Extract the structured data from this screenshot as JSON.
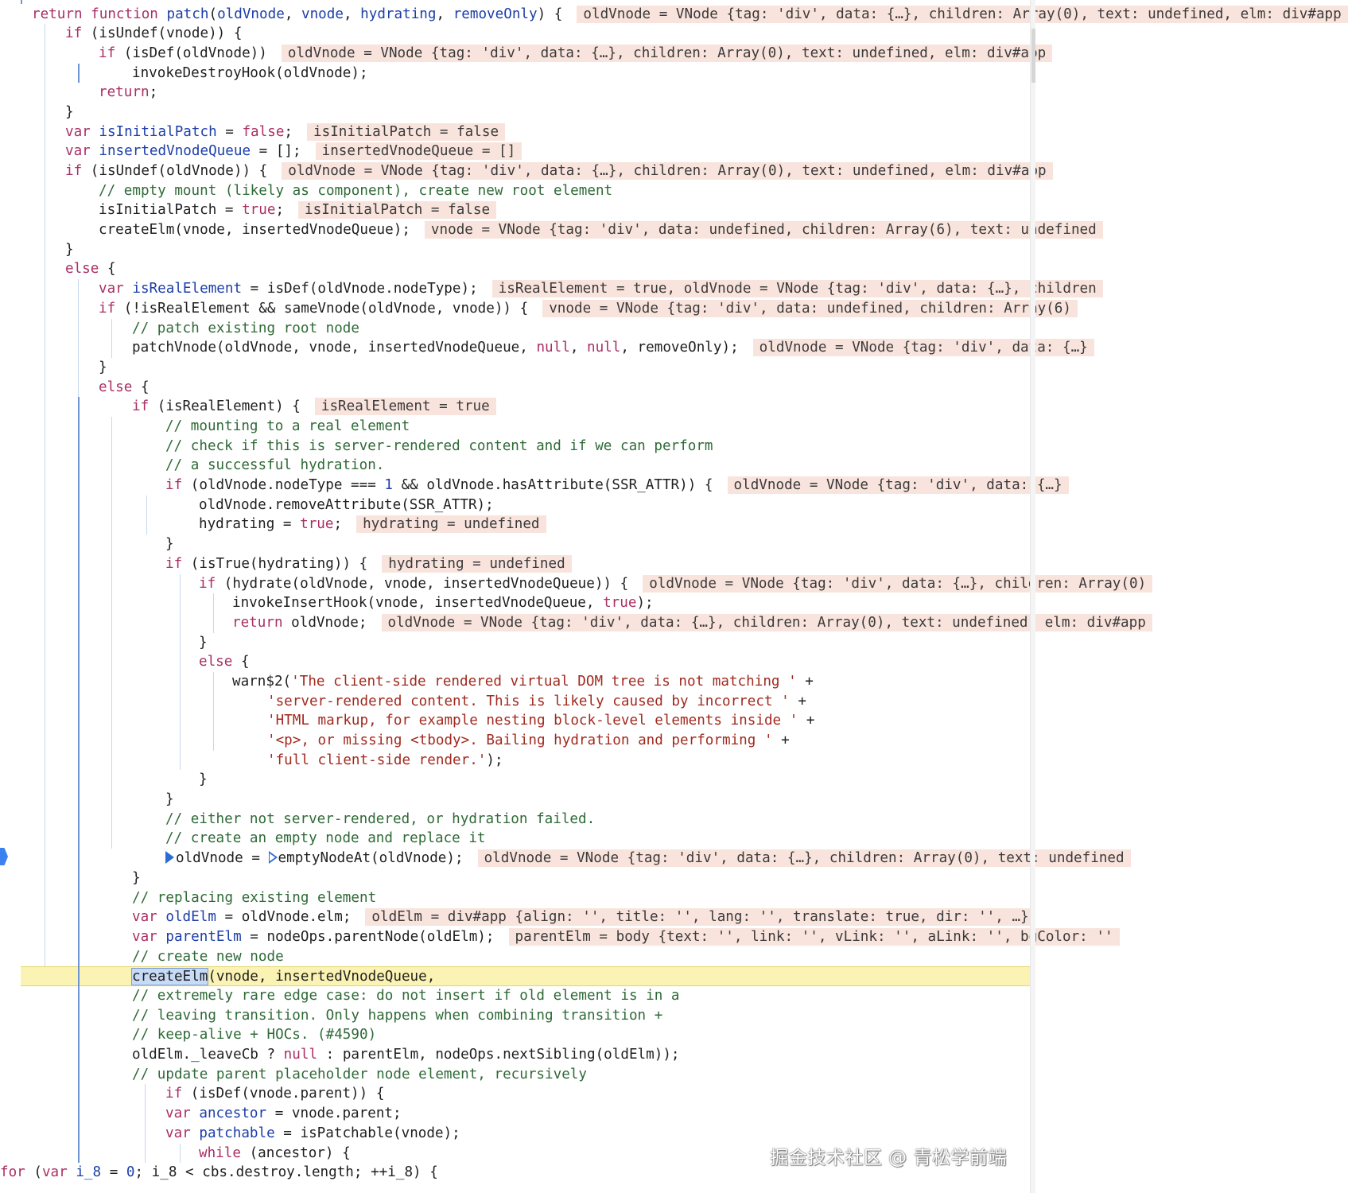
{
  "lines": [
    {
      "tokens": [
        [
          "kw",
          "return "
        ],
        [
          "kw",
          "function "
        ],
        [
          "id",
          "patch"
        ],
        [
          "",
          "("
        ],
        [
          "id",
          "oldVnode"
        ],
        [
          "",
          ", "
        ],
        [
          "id",
          "vnode"
        ],
        [
          "",
          ", "
        ],
        [
          "id",
          "hydrating"
        ],
        [
          "",
          ", "
        ],
        [
          "id",
          "removeOnly"
        ],
        [
          "",
          ") {"
        ]
      ],
      "val": "oldVnode = VNode {tag: 'div', data: {…}, children: Array(0), text: undefined, elm: div#app"
    },
    {
      "tokens": [
        [
          "kw",
          "if "
        ],
        [
          "",
          "(isUndef(vnode)) {"
        ]
      ]
    },
    {
      "tokens": [
        [
          "kw",
          "if "
        ],
        [
          "",
          "(isDef(oldVnode))"
        ]
      ],
      "val": "oldVnode = VNode {tag: 'div', data: {…}, children: Array(0), text: undefined, elm: div#app"
    },
    {
      "tokens": [
        [
          "",
          "invokeDestroyHook(oldVnode);"
        ]
      ]
    },
    {
      "tokens": [
        [
          "kw",
          "return"
        ],
        [
          "",
          ";"
        ]
      ]
    },
    {
      "tokens": [
        [
          "",
          "}"
        ]
      ]
    },
    {
      "tokens": [
        [
          "kw",
          "var "
        ],
        [
          "id",
          "isInitialPatch"
        ],
        [
          "",
          " = "
        ],
        [
          "kw",
          "false"
        ],
        [
          "",
          ";"
        ]
      ],
      "val": "isInitialPatch = false"
    },
    {
      "tokens": [
        [
          "kw",
          "var "
        ],
        [
          "id",
          "insertedVnodeQueue"
        ],
        [
          "",
          " = [];"
        ]
      ],
      "val": "insertedVnodeQueue = []"
    },
    {
      "tokens": [
        [
          "kw",
          "if "
        ],
        [
          "",
          "(isUndef(oldVnode)) {"
        ]
      ],
      "val": "oldVnode = VNode {tag: 'div', data: {…}, children: Array(0), text: undefined, elm: div#app"
    },
    {
      "tokens": [
        [
          "cm",
          "// empty mount (likely as component), create new root element"
        ]
      ]
    },
    {
      "tokens": [
        [
          "",
          "isInitialPatch = "
        ],
        [
          "kw",
          "true"
        ],
        [
          "",
          ";"
        ]
      ],
      "val": "isInitialPatch = false"
    },
    {
      "tokens": [
        [
          "",
          "createElm(vnode, insertedVnodeQueue);"
        ]
      ],
      "val": "vnode = VNode {tag: 'div', data: undefined, children: Array(6), text: undefined"
    },
    {
      "tokens": [
        [
          "",
          "}"
        ]
      ]
    },
    {
      "tokens": [
        [
          "kw",
          "else "
        ],
        [
          "",
          "{"
        ]
      ]
    },
    {
      "tokens": [
        [
          "kw",
          "var "
        ],
        [
          "id",
          "isRealElement"
        ],
        [
          "",
          " = isDef(oldVnode.nodeType);"
        ]
      ],
      "val": "isRealElement = true, oldVnode = VNode {tag: 'div', data: {…}, children"
    },
    {
      "tokens": [
        [
          "kw",
          "if "
        ],
        [
          "",
          "(!isRealElement && sameVnode(oldVnode, vnode)) {"
        ]
      ],
      "val": "vnode = VNode {tag: 'div', data: undefined, children: Array(6)"
    },
    {
      "tokens": [
        [
          "cm",
          "// patch existing root node"
        ]
      ]
    },
    {
      "tokens": [
        [
          "",
          "patchVnode(oldVnode, vnode, insertedVnodeQueue, "
        ],
        [
          "kw",
          "null"
        ],
        [
          "",
          ", "
        ],
        [
          "kw",
          "null"
        ],
        [
          "",
          ", removeOnly);"
        ]
      ],
      "val": "oldVnode = VNode {tag: 'div', data: {…}"
    },
    {
      "tokens": [
        [
          "",
          "}"
        ]
      ]
    },
    {
      "tokens": [
        [
          "kw",
          "else "
        ],
        [
          "",
          "{"
        ]
      ]
    },
    {
      "tokens": [
        [
          "kw",
          "if "
        ],
        [
          "",
          "(isRealElement) {"
        ]
      ],
      "val": "isRealElement = true"
    },
    {
      "tokens": [
        [
          "cm",
          "// mounting to a real element"
        ]
      ]
    },
    {
      "tokens": [
        [
          "cm",
          "// check if this is server-rendered content and if we can perform"
        ]
      ]
    },
    {
      "tokens": [
        [
          "cm",
          "// a successful hydration."
        ]
      ]
    },
    {
      "tokens": [
        [
          "kw",
          "if "
        ],
        [
          "",
          "(oldVnode.nodeType === "
        ],
        [
          "num",
          "1"
        ],
        [
          "",
          " && oldVnode.hasAttribute(SSR_ATTR)) {"
        ]
      ],
      "val": "oldVnode = VNode {tag: 'div', data: {…}"
    },
    {
      "tokens": [
        [
          "",
          "oldVnode.removeAttribute(SSR_ATTR);"
        ]
      ]
    },
    {
      "tokens": [
        [
          "",
          "hydrating = "
        ],
        [
          "kw",
          "true"
        ],
        [
          "",
          ";"
        ]
      ],
      "val": "hydrating = undefined"
    },
    {
      "tokens": [
        [
          "",
          "}"
        ]
      ]
    },
    {
      "tokens": [
        [
          "kw",
          "if "
        ],
        [
          "",
          "(isTrue(hydrating)) {"
        ]
      ],
      "val": "hydrating = undefined"
    },
    {
      "tokens": [
        [
          "kw",
          "if "
        ],
        [
          "",
          "(hydrate(oldVnode, vnode, insertedVnodeQueue)) {"
        ]
      ],
      "val": "oldVnode = VNode {tag: 'div', data: {…}, children: Array(0)"
    },
    {
      "tokens": [
        [
          "",
          "invokeInsertHook(vnode, insertedVnodeQueue, "
        ],
        [
          "kw",
          "true"
        ],
        [
          "",
          ");"
        ]
      ]
    },
    {
      "tokens": [
        [
          "kw",
          "return "
        ],
        [
          "",
          "oldVnode;"
        ]
      ],
      "val": "oldVnode = VNode {tag: 'div', data: {…}, children: Array(0), text: undefined, elm: div#app"
    },
    {
      "tokens": [
        [
          "",
          "}"
        ]
      ]
    },
    {
      "tokens": [
        [
          "kw",
          "else "
        ],
        [
          "",
          "{"
        ]
      ]
    },
    {
      "tokens": [
        [
          "",
          "warn$2("
        ],
        [
          "str",
          "'The client-side rendered virtual DOM tree is not matching '"
        ],
        [
          "",
          " +"
        ]
      ]
    },
    {
      "tokens": [
        [
          "str",
          "'server-rendered content. This is likely caused by incorrect '"
        ],
        [
          "",
          " +"
        ]
      ]
    },
    {
      "tokens": [
        [
          "str",
          "'HTML markup, for example nesting block-level elements inside '"
        ],
        [
          "",
          " +"
        ]
      ]
    },
    {
      "tokens": [
        [
          "str",
          "'<p>, or missing <tbody>. Bailing hydration and performing '"
        ],
        [
          "",
          " +"
        ]
      ]
    },
    {
      "tokens": [
        [
          "str",
          "'full client-side render.'"
        ],
        [
          "",
          ");"
        ]
      ]
    },
    {
      "tokens": [
        [
          "",
          "}"
        ]
      ]
    },
    {
      "tokens": [
        [
          "",
          "}"
        ]
      ]
    },
    {
      "tokens": [
        [
          "cm",
          "// either not server-rendered, or hydration failed."
        ]
      ]
    },
    {
      "tokens": [
        [
          "cm",
          "// create an empty node and replace it"
        ]
      ]
    },
    {
      "tokens": [
        [
          "",
          "oldVnode = "
        ],
        [
          "",
          "emptyNodeAt(oldVnode);"
        ]
      ],
      "val": "oldVnode = VNode {tag: 'div', data: {…}, children: Array(0), text: undefined"
    },
    {
      "tokens": [
        [
          "",
          "}"
        ]
      ]
    },
    {
      "tokens": [
        [
          "cm",
          "// replacing existing element"
        ]
      ]
    },
    {
      "tokens": [
        [
          "kw",
          "var "
        ],
        [
          "id",
          "oldElm"
        ],
        [
          "",
          " = oldVnode.elm;"
        ]
      ],
      "val": "oldElm = div#app {align: '', title: '', lang: '', translate: true, dir: '', …}"
    },
    {
      "tokens": [
        [
          "kw",
          "var "
        ],
        [
          "id",
          "parentElm"
        ],
        [
          "",
          " = nodeOps.parentNode(oldElm);"
        ]
      ],
      "val": "parentElm = body {text: '', link: '', vLink: '', aLink: '', bgColor: ''"
    },
    {
      "tokens": [
        [
          "cm",
          "// create new node"
        ]
      ]
    },
    {
      "tokens": [
        [
          "",
          "createElm"
        ],
        [
          "",
          "(vnode, insertedVnodeQueue,"
        ]
      ]
    },
    {
      "tokens": [
        [
          "cm",
          "// extremely rare edge case: do not insert if old element is in a"
        ]
      ]
    },
    {
      "tokens": [
        [
          "cm",
          "// leaving transition. Only happens when combining transition +"
        ]
      ]
    },
    {
      "tokens": [
        [
          "cm",
          "// keep-alive + HOCs. (#4590)"
        ]
      ]
    },
    {
      "tokens": [
        [
          "",
          "oldElm._leaveCb ? "
        ],
        [
          "kw",
          "null"
        ],
        [
          "",
          " : parentElm, nodeOps.nextSibling(oldElm));"
        ]
      ]
    },
    {
      "tokens": [
        [
          "cm",
          "// update parent placeholder node element, recursively"
        ]
      ]
    },
    {
      "tokens": [
        [
          "kw",
          "if "
        ],
        [
          "",
          "(isDef(vnode.parent)) {"
        ]
      ]
    },
    {
      "tokens": [
        [
          "kw",
          "var "
        ],
        [
          "id",
          "ancestor"
        ],
        [
          "",
          " = vnode.parent;"
        ]
      ]
    },
    {
      "tokens": [
        [
          "kw",
          "var "
        ],
        [
          "id",
          "patchable"
        ],
        [
          "",
          " = isPatchable(vnode);"
        ]
      ]
    },
    {
      "tokens": [
        [
          "kw",
          "while "
        ],
        [
          "",
          "(ancestor) {"
        ]
      ]
    },
    {
      "tokens": [
        [
          "kw",
          "for "
        ],
        [
          "",
          "("
        ],
        [
          "kw",
          "var "
        ],
        [
          "id",
          "i_8"
        ],
        [
          "",
          " = "
        ],
        [
          "num",
          "0"
        ],
        [
          "",
          ";"
        ],
        [
          "",
          " i_8 < cbs.destroy.length; ++i_8) {"
        ]
      ]
    }
  ],
  "watermark": "掘金技术社区 @ 青松学前端"
}
